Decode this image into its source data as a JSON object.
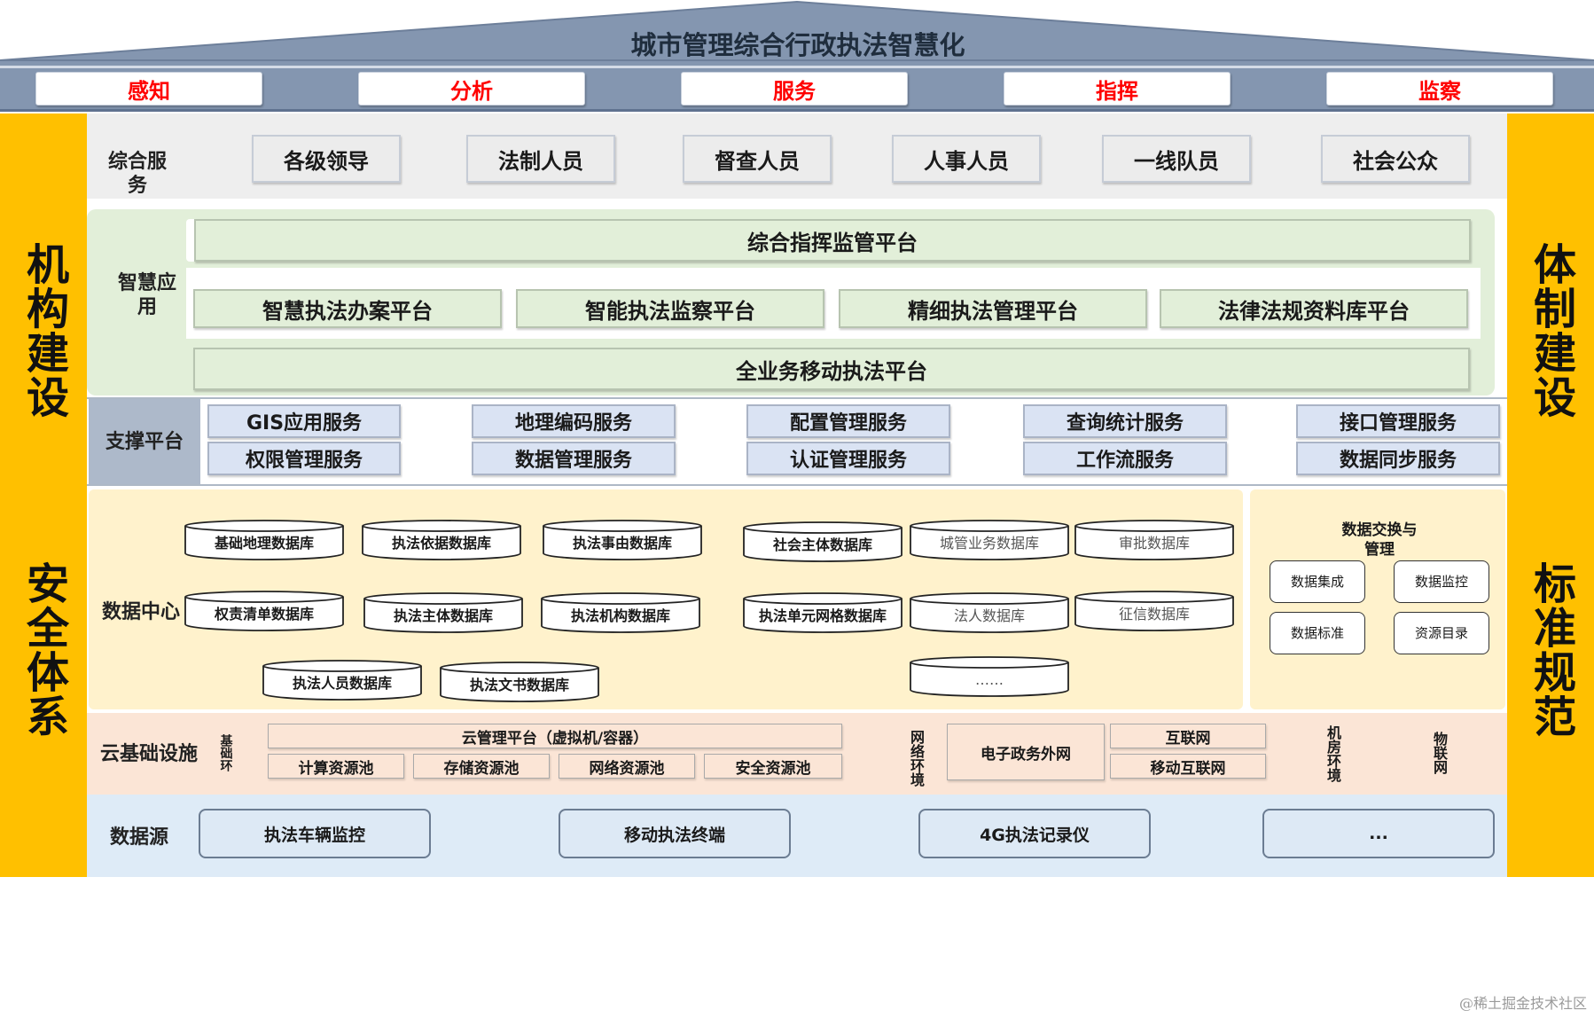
{
  "roof": {
    "title": "城市管理综合行政执法智慧化",
    "capabilities": [
      "感知",
      "分析",
      "服务",
      "指挥",
      "监察"
    ]
  },
  "pillars": {
    "left_top": "机构建设",
    "left_bottom": "安全体系",
    "right_top": "体制建设",
    "right_bottom": "标准规范"
  },
  "service": {
    "label": "综合服务",
    "users": [
      "各级领导",
      "法制人员",
      "督查人员",
      "人事人员",
      "一线队员",
      "社会公众"
    ]
  },
  "application": {
    "label": "智慧应用",
    "top_platform": "综合指挥监管平台",
    "platforms": [
      "智慧执法办案平台",
      "智能执法监察平台",
      "精细执法管理平台",
      "法律法规资料库平台"
    ],
    "bottom_platform": "全业务移动执法平台"
  },
  "support": {
    "label": "支撑平台",
    "row1": [
      "GIS应用服务",
      "地理编码服务",
      "配置管理服务",
      "查询统计服务",
      "接口管理服务"
    ],
    "row2": [
      "权限管理服务",
      "数据管理服务",
      "认证管理服务",
      "工作流服务",
      "数据同步服务"
    ]
  },
  "datacenter": {
    "label": "数据中心",
    "databases_bold": [
      "基础地理数据库",
      "执法依据数据库",
      "执法事由数据库",
      "社会主体数据库",
      "权责清单数据库",
      "执法主体数据库",
      "执法机构数据库",
      "执法单元网格数据库",
      "执法人员数据库",
      "执法文书数据库"
    ],
    "databases_light": [
      "城管业务数据库",
      "审批数据库",
      "法人数据库",
      "征信数据库",
      "……"
    ],
    "exchange": {
      "title": "数据交换与管理",
      "items": [
        "数据集成",
        "数据监控",
        "数据标准",
        "资源目录"
      ]
    }
  },
  "cloud": {
    "label": "云基础设施",
    "sub_label": "基础环",
    "management": "云管理平台（虚拟机/容器）",
    "pools": [
      "计算资源池",
      "存储资源池",
      "网络资源池",
      "安全资源池"
    ],
    "network_label": "网络环境",
    "egov": "电子政务外网",
    "internet": "互联网",
    "mobile": "移动互联网",
    "room_label": "机房环境",
    "iot_label": "物联网"
  },
  "datasource": {
    "label": "数据源",
    "sources": [
      "执法车辆监控",
      "移动执法终端",
      "4G执法记录仪",
      "..."
    ]
  },
  "watermark": "@稀土掘金技术社区",
  "colors": {
    "roof": "#8496b0",
    "pillar": "#ffc000",
    "service_band": "#eeeeee",
    "application_band": "#e2efd9",
    "support_band": "#d6dce4",
    "datacenter_band": "#fff2cc",
    "cloud_band": "#fbe5d6",
    "source_band": "#deebf7",
    "capability_text": "#ff0000"
  }
}
